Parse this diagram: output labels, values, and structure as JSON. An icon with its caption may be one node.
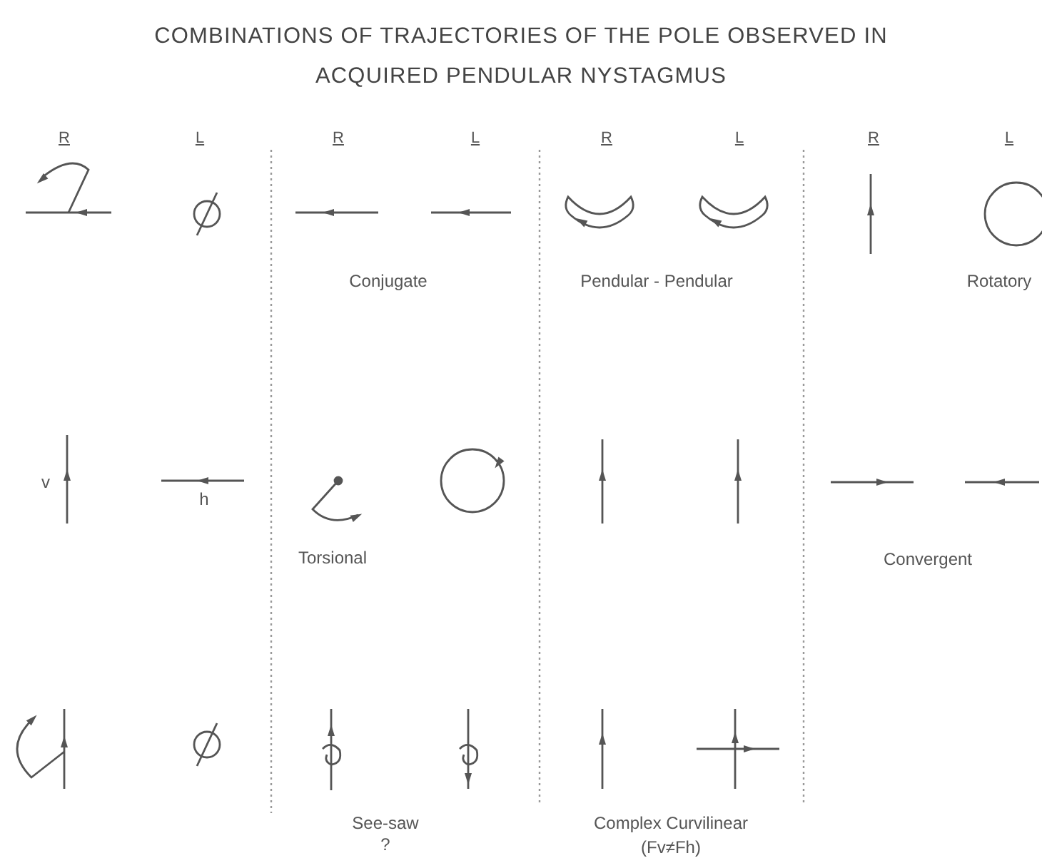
{
  "diagram": {
    "title": "COMBINATIONS OF TRAJECTORIES OF THE POLE OBSERVED IN ACQUIRED PENDULAR NYSTAGMUS",
    "labels": [
      "R",
      "L",
      "R",
      "L",
      "R",
      "L",
      "R",
      "L",
      "Conjugate",
      "Pendular - Pendular",
      "Rotatory",
      "v",
      "h",
      "Torsional",
      "Convergent",
      "See-saw",
      "?",
      "Complex Curvilinear",
      "(Fv≠Fh)"
    ]
  }
}
